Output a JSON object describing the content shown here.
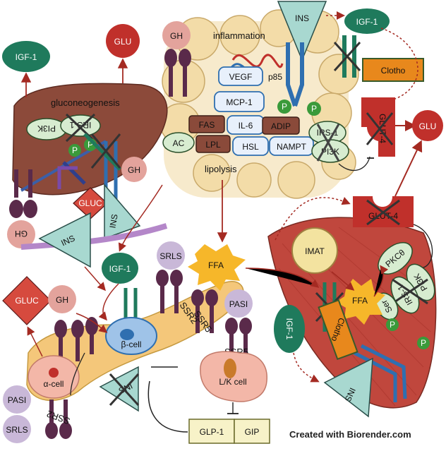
{
  "labels": {
    "ins_top": "INS",
    "igf1_top": "IGF-1",
    "gh_adipose": "GH",
    "inflammation": "inflammation",
    "vegf": "VEGF",
    "p85": "p85",
    "mcp1": "MCP-1",
    "il6": "IL-6",
    "fas": "FAS",
    "adip": "ADIP",
    "ac": "AC",
    "lpl": "LPL",
    "hsl": "HSL",
    "nampt": "NAMPT",
    "irs1_adipose": "IRS-1",
    "pi3k_adipose": "PI3K",
    "lipolysis": "lipolysis",
    "clotho_top": "Clotho",
    "glut4_adipose": "GLUT-4",
    "glu_right": "GLU",
    "glu_liver": "GLU",
    "igf1_liver": "IGF-1",
    "gluconeogenesis": "gluconeogenesis",
    "pi3k_liver": "PI3K",
    "irs1_liver": "IRS-1",
    "gh_liver": "GH",
    "gluc_liver": "GLUC",
    "ins_liver": "INS",
    "gh_liver_flip": "GH",
    "glut4_muscle": "GLUT-4",
    "imat": "IMAT",
    "pkc": "PKCθ",
    "pi3k_muscle": "PI3K",
    "irs1_muscle": "IRS-1",
    "ser": "Ser",
    "ffa_muscle": "FFA",
    "clotho_muscle": "Clotho",
    "igf1_muscle": "IGF-1",
    "ins_muscle": "INS",
    "ins_pancreas": "INS",
    "gluc_pancreas": "GLUC",
    "gh_pancreas": "GH",
    "igf1_pancreas": "IGF-1",
    "srls_top": "SRLS",
    "ffa_center": "FFA",
    "ssr2": "SSR2",
    "ssr5_beta": "SSR5",
    "beta_cell": "β-cell",
    "pasi_center": "PASI",
    "ssr5_lk": "SSR5",
    "lk_cell": "L/K cell",
    "alpha_cell": "α-cell",
    "pasi_left": "PASI",
    "ssr2_alpha": "SSR2",
    "srls_left": "SRLS",
    "ins_inhibited": "INS",
    "glp1": "GLP-1",
    "gip": "GIP",
    "p": "P",
    "credit": "Created with Biorender.com"
  },
  "colors": {
    "igf": "#1f7a5c",
    "glu": "#c0302b",
    "gh": "#e3a39c",
    "ins": "#a8d8d0",
    "gluc": "#d64a3e",
    "ffa": "#f6b72a",
    "clotho": "#e8881c",
    "liver": "#8c4a3a",
    "muscle": "#c0473d",
    "fat": "#f0d9a3",
    "receptor_dark": "#5a2a4a",
    "receptor_blue": "#2f6fb0",
    "brown_box": "#8a4a3a",
    "node_fill": "#e8f0fb",
    "pill": "#d7ecd0",
    "pale_box": "#f7f2c8",
    "arrow": "#a42a22",
    "phospho": "#3a9a3a"
  }
}
